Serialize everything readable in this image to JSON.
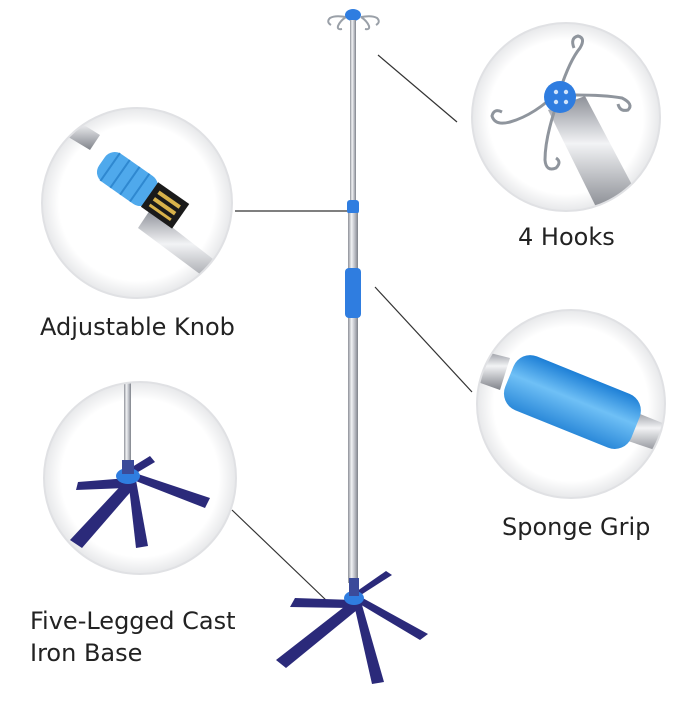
{
  "labels": {
    "hooks": "4 Hooks",
    "knob": "Adjustable Knob",
    "grip": "Sponge Grip",
    "base_line1": "Five-Legged Cast",
    "base_line2": "Iron Base"
  },
  "colors": {
    "accent_blue": "#2f7de0",
    "base_navy": "#2b2a7a",
    "pole_steel": "#c9ccd2",
    "grip_light_blue": "#55a8ec",
    "callout_line": "#333333"
  },
  "icons": [
    "hooks-closeup",
    "knob-closeup",
    "grip-closeup",
    "base-closeup"
  ]
}
